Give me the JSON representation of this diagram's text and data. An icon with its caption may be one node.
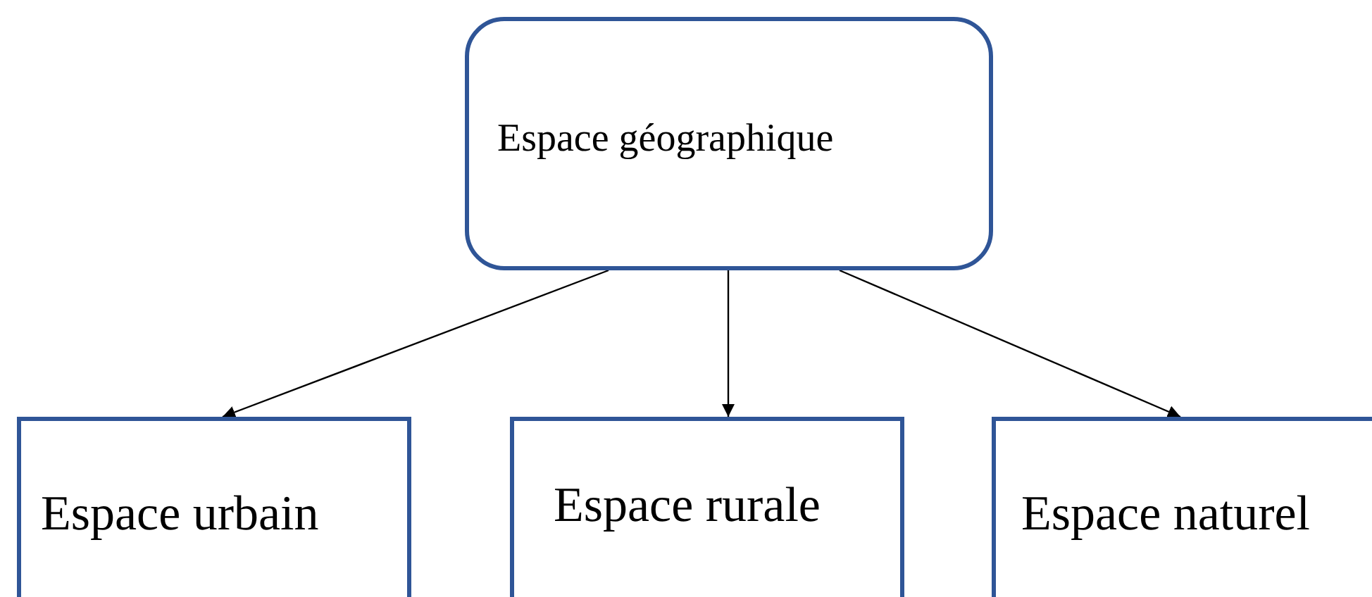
{
  "diagram": {
    "nodes": [
      {
        "text": [
          "Espace géographique"
        ]
      },
      {
        "text": [
          "Espace urbain"
        ]
      },
      {
        "text": [
          "Espace rurale"
        ]
      },
      {
        "text": [
          "Espace naturel"
        ]
      }
    ],
    "edges": [
      {
        "from": 0,
        "to": 1,
        "arrow": "to"
      },
      {
        "from": 0,
        "to": 2,
        "arrow": "to"
      },
      {
        "from": 0,
        "to": 3,
        "arrow": "to"
      }
    ]
  }
}
